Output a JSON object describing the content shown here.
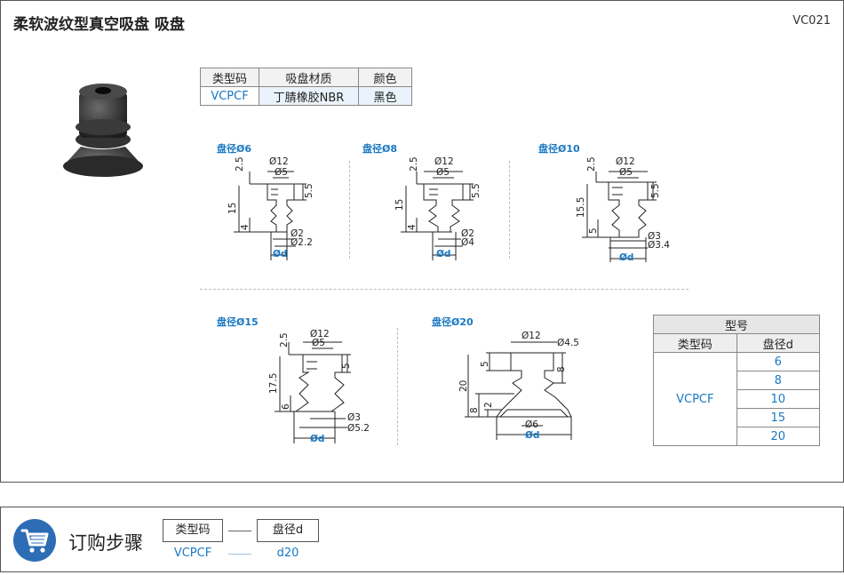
{
  "header": {
    "title": "柔软波纹型真空吸盘  吸盘",
    "code": "VC021"
  },
  "material_table": {
    "headers": [
      "类型码",
      "吸盘材质",
      "颜色"
    ],
    "row": [
      "VCPCF",
      "丁腈橡胶NBR",
      "黑色"
    ]
  },
  "drawings": [
    {
      "label": "盘径Ø6",
      "dims": [
        "2.5",
        "Ø12",
        "Ø5",
        "5.5",
        "15",
        "4",
        "Ø2",
        "Ø2.2",
        "Ød"
      ]
    },
    {
      "label": "盘径Ø8",
      "dims": [
        "2.5",
        "Ø12",
        "Ø5",
        "5.5",
        "15",
        "4",
        "Ø2",
        "Ø4",
        "Ød"
      ]
    },
    {
      "label": "盘径Ø10",
      "dims": [
        "2.5",
        "Ø12",
        "Ø5",
        "5.5",
        "15.5",
        "5",
        "Ø3",
        "Ø3.4",
        "Ød"
      ]
    },
    {
      "label": "盘径Ø15",
      "dims": [
        "2.5",
        "Ø12",
        "Ø5",
        "5",
        "17.5",
        "6",
        "Ø3",
        "Ø5.2",
        "Ød"
      ]
    },
    {
      "label": "盘径Ø20",
      "dims": [
        "Ø12",
        "Ø4.5",
        "5",
        "8",
        "20",
        "8",
        "2",
        "Ø6",
        "Ød"
      ]
    }
  ],
  "model_table": {
    "title": "型号",
    "headers": [
      "类型码",
      "盘径d"
    ],
    "type_code": "VCPCF",
    "diameters": [
      "6",
      "8",
      "10",
      "15",
      "20"
    ]
  },
  "order": {
    "title": "订购步骤",
    "steps": [
      "类型码",
      "盘径d"
    ],
    "example": [
      "VCPCF",
      "d20"
    ]
  },
  "colors": {
    "accent": "#1a78c2",
    "cart": "#2d6db5"
  }
}
